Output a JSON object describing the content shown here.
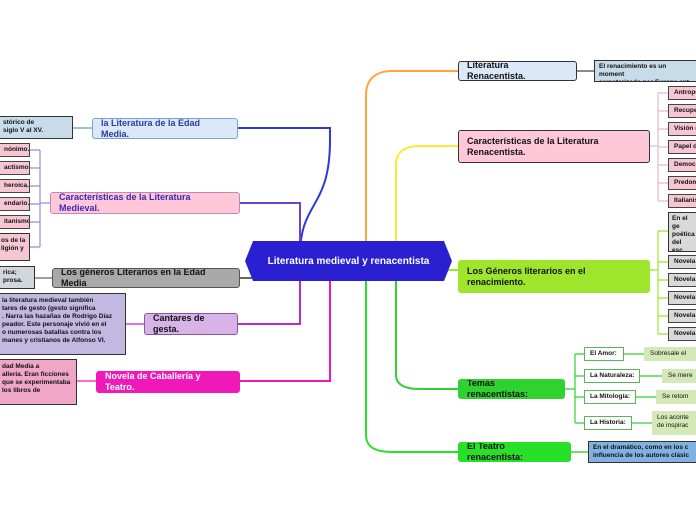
{
  "central": "Literatura medieval y renacentista",
  "left": {
    "edad_media": {
      "label": "la Literatura de  la Edad Media.",
      "note": "stórico de\nsiglo V al XV."
    },
    "caracteristicas": {
      "label": "Características de la Literatura Medieval.",
      "items": [
        "nónimo.",
        "actismo",
        "heroica.",
        "endario.",
        "itanismo",
        "os de la\nligión y"
      ]
    },
    "generos": {
      "label": "Los géneros Literarios en la Edad Media",
      "note": "rica;\nprosa."
    },
    "cantares": {
      "label": "Cantares de gesta.",
      "note": "la literatura medieval también\ntares de gesto (gesto significa\n. Narra las hazañas de Rodrigo Díaz\npeador. Este personaje vivió en el\no numerosas batallas contra los\nmanes y cristianos de Alfonso VI."
    },
    "novela": {
      "label": "Novela de Caballería y Teatro.",
      "note": "dad Media a\nallería. Eran ficciones\nque se experimentaba\nlos libros de"
    }
  },
  "right": {
    "lit_renacentista": {
      "label": "Literatura Renacentista.",
      "note": "El renacimiento es un moment\ncaracterizado por Europa ent"
    },
    "caracteristicas": {
      "label": "Características de la Literatura\nRenacentista.",
      "items": [
        "Antropo",
        "Recupe",
        "Visión d",
        "Papel d",
        "Democ",
        "Predom",
        "Italianis"
      ]
    },
    "generos": {
      "label": "Los Géneros literarios en el\nrenacimiento.",
      "items": [
        "En el ge\npoética\ndel esc\nCancio",
        "Novela",
        "Novela",
        "Novela",
        "Novela",
        "Novela"
      ]
    },
    "temas": {
      "label": "Temas renacentistas:",
      "items": [
        {
          "label": "El Amor:",
          "note": "Sobresale el"
        },
        {
          "label": "La Naturaleza:",
          "note": "Se mere"
        },
        {
          "label": "La Mitología:",
          "note": "Se retom"
        },
        {
          "label": "La Historia:",
          "note": "Los aconte\nde inspirac"
        }
      ]
    },
    "teatro": {
      "label": "El Teatro renacentista:",
      "note": "En el dramático, como en los c\ninfluencia de los autores clásic"
    }
  },
  "colors": {
    "central": "#2b1fd2",
    "edad_media": "#5b9bd5",
    "caracteristicas_medieval": "#7a55d6",
    "generos_medieval": "#777777",
    "cantares": "#b12fd1",
    "novela": "#f018b8",
    "lit_renacentista": "#ff9a3d",
    "caracteristicas_ren": "#ffe833",
    "generos_ren": "#9ee52c",
    "temas": "#2fd22f",
    "teatro": "#28c228"
  }
}
